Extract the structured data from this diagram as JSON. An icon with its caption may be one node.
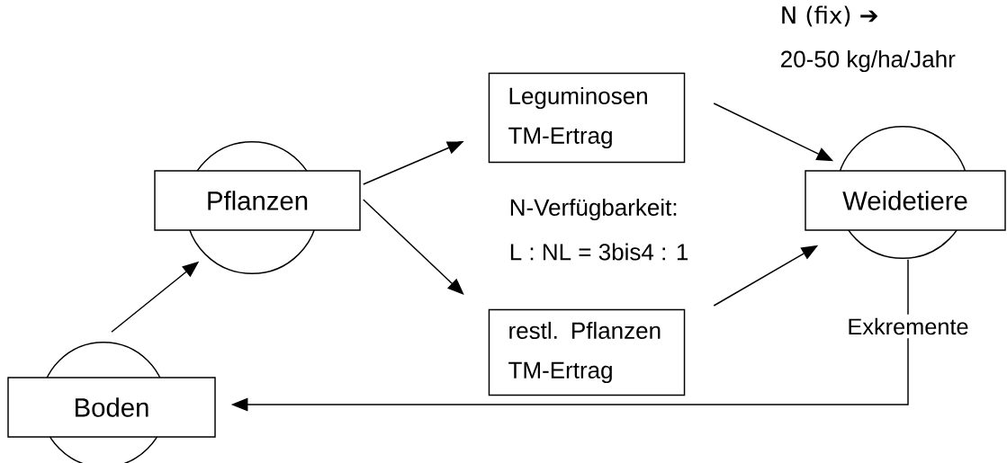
{
  "diagram": {
    "nodes": [
      {
        "text": [
          "Boden"
        ]
      },
      {
        "text": [
          "Pflanzen"
        ]
      },
      {
        "text": [
          "Leguminosen",
          "TM-Ertrag"
        ]
      },
      {
        "text": [
          "restl. Pflanzen",
          "TM-Ertrag"
        ]
      },
      {
        "text": [
          "Weidetiere"
        ]
      }
    ],
    "edges": [
      {
        "from": 0,
        "to": 1,
        "arrow": "to"
      },
      {
        "from": 1,
        "to": 2,
        "arrow": "to"
      },
      {
        "from": 1,
        "to": 3,
        "arrow": "to"
      },
      {
        "from": 2,
        "to": 4,
        "arrow": "to"
      },
      {
        "from": 3,
        "to": 4,
        "arrow": "to"
      },
      {
        "from": 4,
        "to": 0,
        "arrow": "to",
        "label": "Exkremente"
      }
    ],
    "labels": [
      "N (fix) ➔",
      "20-50 kg/ha/Jahr",
      "N-Verfügbarkeit:",
      "L : NL = 3bis4 : 1"
    ]
  }
}
